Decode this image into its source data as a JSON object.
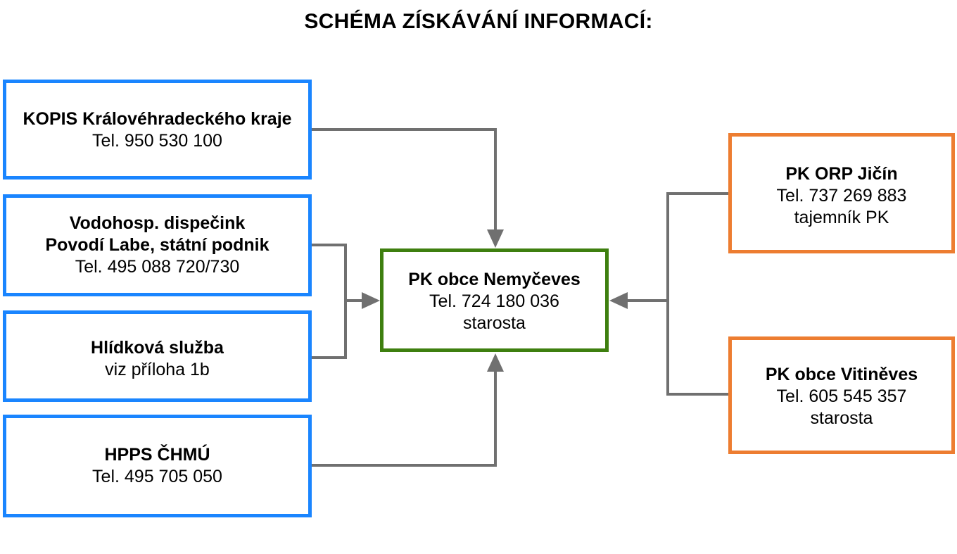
{
  "title": "SCHÉMA ZÍSKÁVÁNÍ INFORMACÍ:",
  "colors": {
    "source_border": "#1a85ff",
    "center_border": "#3e7f0f",
    "right_border": "#ed7d31",
    "connector": "#707070"
  },
  "sources": {
    "kopis": {
      "name": "KOPIS Královéhradeckého kraje",
      "line1": "Tel. 950 530 100"
    },
    "vodohosp": {
      "name1": "Vodohosp. dispečink",
      "name2": "Povodí Labe, státní podnik",
      "line1": "Tel. 495 088 720/730"
    },
    "hlidkova": {
      "name": "Hlídková služba",
      "line1": "viz příloha 1b"
    },
    "hpps": {
      "name": "HPPS ČHMÚ",
      "line1": "Tel. 495 705 050"
    }
  },
  "center": {
    "name": "PK obce Nemyčeves",
    "line1": "Tel. 724 180 036",
    "line2": "starosta"
  },
  "right": {
    "orp": {
      "name": "PK ORP Jičín",
      "line1": "Tel. 737 269 883",
      "line2": "tajemník PK"
    },
    "vitineves": {
      "name": "PK obce Vitiněves",
      "line1": "Tel. 605 545 357",
      "line2": "starosta"
    }
  }
}
